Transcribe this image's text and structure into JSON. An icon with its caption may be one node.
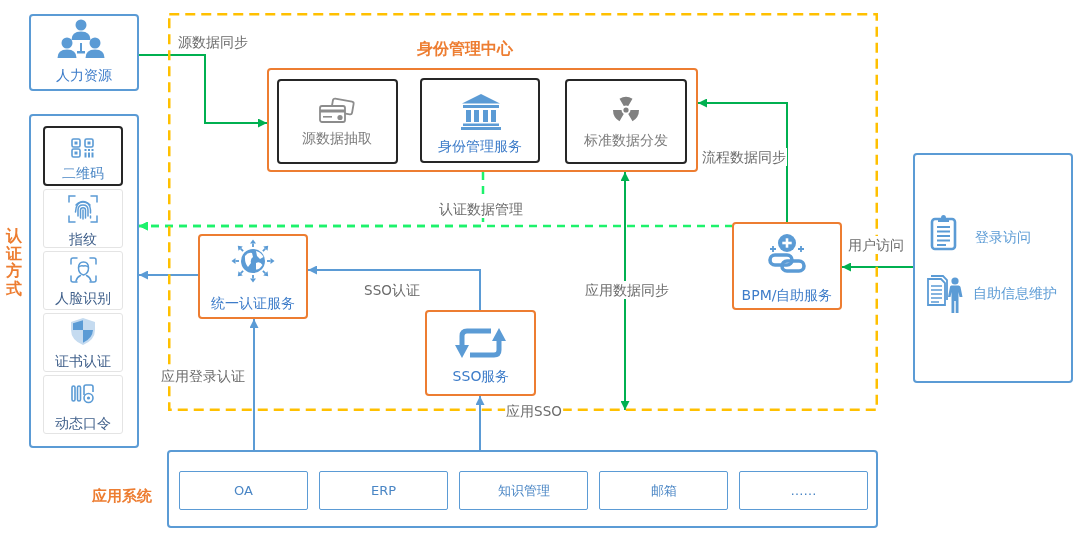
{
  "diagram": {
    "nodes": [
      {
        "text": [
          "人力资源"
        ]
      },
      {
        "text": [
          "身份管理中心"
        ]
      },
      {
        "text": [],
        "shape": "box",
        "in": 1
      },
      {
        "text": [
          "源数据抽取"
        ],
        "in": 2
      },
      {
        "text": [
          "身份管理服务"
        ],
        "in": 2
      },
      {
        "text": [
          "标准数据分发"
        ],
        "in": 2
      },
      {
        "text": [
          "统一认证服务"
        ],
        "in": 1
      },
      {
        "text": [
          "SSO服务"
        ],
        "in": 1
      },
      {
        "text": [
          "BPM/自助服务"
        ],
        "in": 1
      },
      {
        "text": [
          "认证方式"
        ]
      },
      {
        "text": [
          "二维码"
        ],
        "in": 9
      },
      {
        "text": [
          "指纹"
        ],
        "in": 9
      },
      {
        "text": [
          "人脸识别"
        ],
        "in": 9
      },
      {
        "text": [
          "证书认证"
        ],
        "in": 9
      },
      {
        "text": [
          "动态口令"
        ],
        "in": 9
      },
      {
        "text": [
          "登录访问",
          "自助信息维护"
        ]
      },
      {
        "text": [
          "应用系统"
        ]
      },
      {
        "text": [
          "OA"
        ],
        "in": 16
      },
      {
        "text": [
          "ERP"
        ],
        "in": 16
      },
      {
        "text": [
          "知识管理"
        ],
        "in": 16
      },
      {
        "text": [
          "邮箱"
        ],
        "in": 16
      },
      {
        "text": [
          "……"
        ],
        "in": 16
      }
    ],
    "edges": [
      {
        "from": 0,
        "to": 2,
        "arrow": "to",
        "label": "源数据同步",
        "color": "#00b050"
      },
      {
        "from": 2,
        "to": 9,
        "arrow": "to",
        "label": "认证数据管理",
        "style": "dashed",
        "color": "#1df26b"
      },
      {
        "from": 8,
        "to": 9,
        "arrow": "to",
        "style": "dashed",
        "color": "#1df26b"
      },
      {
        "from": 8,
        "to": 2,
        "arrow": "to",
        "label": "流程数据同步",
        "color": "#00b050"
      },
      {
        "from": 6,
        "to": 9,
        "arrow": "to",
        "color": "#5b9bd5"
      },
      {
        "from": 7,
        "to": 6,
        "arrow": "to",
        "label": "SSO认证",
        "color": "#5b9bd5"
      },
      {
        "from": 15,
        "to": 8,
        "arrow": "to",
        "label": "用户访问",
        "color": "#00b050"
      },
      {
        "from": 2,
        "to": null,
        "arrow": "both",
        "label": "应用数据同步",
        "color": "#00b050"
      },
      {
        "from": 16,
        "to": 6,
        "arrow": "to",
        "label": "应用登录认证",
        "color": "#5b9bd5"
      },
      {
        "from": 16,
        "to": 7,
        "arrow": "to",
        "label": "应用SSO",
        "color": "#5b9bd5"
      }
    ]
  }
}
